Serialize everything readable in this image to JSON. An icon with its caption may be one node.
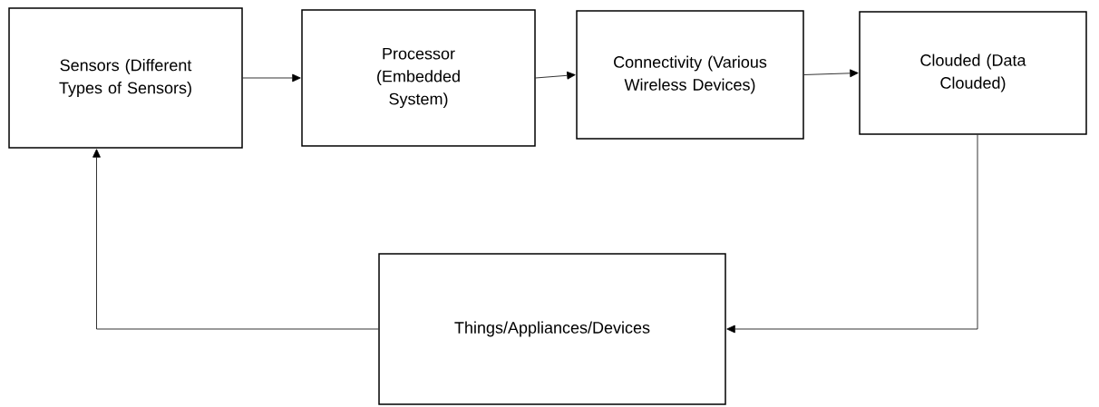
{
  "diagram": {
    "nodes": [
      {
        "text": [
          "Sensors (Different Types of Sensors)"
        ]
      },
      {
        "text": [
          "Processor (Embedded System)"
        ]
      },
      {
        "text": [
          "Connectivity (Various Wireless Devices)"
        ]
      },
      {
        "text": [
          "Clouded (Data Clouded)"
        ]
      },
      {
        "text": [
          "Things/Appliances/Devices"
        ]
      }
    ],
    "edges": [
      {
        "from": 0,
        "to": 1,
        "arrow": "to"
      },
      {
        "from": 1,
        "to": 2,
        "arrow": "to"
      },
      {
        "from": 2,
        "to": 3,
        "arrow": "to"
      },
      {
        "from": 3,
        "to": 4,
        "arrow": "to"
      },
      {
        "from": 4,
        "to": 0,
        "arrow": "to"
      }
    ]
  }
}
